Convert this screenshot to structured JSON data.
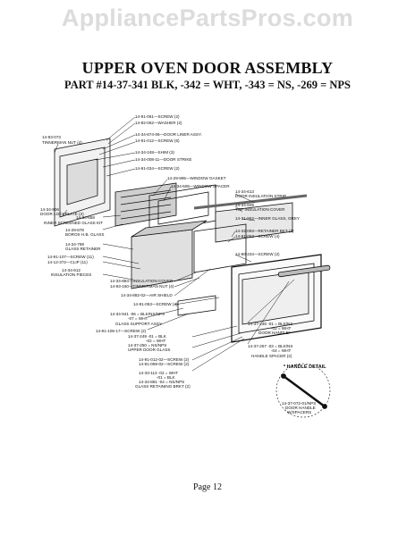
{
  "watermark": "AppliancePartsPros.com",
  "title": "UPPER OVEN DOOR ASSEMBLY",
  "subtitle": "PART #14-37-341 BLK, -342 = WHT, -343 = NS, -269 = NPS",
  "labels": {
    "l01": "14-91-061—SCREW (2)",
    "l02": "14-92-062—WASHER (2)",
    "l03": "14-34-874-06—DOOR LINER ASSY.",
    "l04": "14-91-012—SCREW (6)",
    "l05": "14-93-073",
    "l06": "TINNERMAN NUT (4)",
    "l07": "14-34-248—SHIM (3)",
    "l08": "14-34-008-11—DOOR STRIKE",
    "l09": "14-91-034—SCREW (2)",
    "l10": "14-29-995—WINDOW GASKET",
    "l11": "14-34-505—WINDOW SPACER",
    "l12": "14-34-613",
    "l13": "DOOR INSULATION STRIP",
    "l14": "14-34-609",
    "l15": "TOP INSULATION COVER",
    "l16": "14-31-962—INNER GLASS, GREY",
    "l17": "14-34-906",
    "l18": "DOOR LOCKPLATE (2)",
    "l19": "14-34-658",
    "l20": "INNER SCREENED GLASS KIT",
    "l21": "14-29-878",
    "l22": "BOROS H.B. GLASS",
    "l23": "14-34-799",
    "l24": "GLASS RETAINER",
    "l25": "14-91-107—SCREW (11)",
    "l26": "14-12-372—CLIP (11)",
    "l27": "14-34-612",
    "l28": "INSULATION PIECES",
    "l29": "14-32-093—RETAINER BKT (2)",
    "l30": "14-91-053—SCREW (4)",
    "l31": "14-90-234—SCREW (2)",
    "l32": "14-34-884—INSULATION COVER",
    "l33": "14-93-150—TIMMERMAN NUT (4)",
    "l34": "14-34-882-02—AIR SHIELD",
    "l35": "14-91-053—SCREW (4)",
    "l36": "14-34-941 -06 = BLK/NS/NPS",
    "l37": "-07 = WHT",
    "l38": "GLASS SUPPORT ASSY.",
    "l39": "14-91-106-17—SCREW (2)",
    "l40": "14-37-249 -01 = BLK",
    "l41": "-02 = WHT",
    "l42": "14-37-250 = NS/NPS",
    "l43": "UPPER DOOR GLASS",
    "l44": "14-91-012-02—SCREW (2)",
    "l45": "14-91-059-02—SCREW (2)",
    "l46": "14-33-113 -02 = WHT",
    "l47": "-01 = BLK",
    "l48": "14-34-881 -04 = NS/NPS",
    "l49": "GLASS RETAINING BRKT (2)",
    "l50": "14-37-246 -01 = BLK/NS",
    "l51": "-02 = WHT",
    "l52": "DOOR HANDLE*",
    "l53": "14-37-257 -03 = BLK/NS",
    "l54": "-04 = WHT",
    "l55": "HANDLE SPACER (2)",
    "l56": "* HANDLE DETAIL",
    "l57": "14-37-072-01/NPS",
    "l58": "DOOR HANDLE",
    "l59": "W/SPACERS"
  },
  "page_label": "Page 12"
}
